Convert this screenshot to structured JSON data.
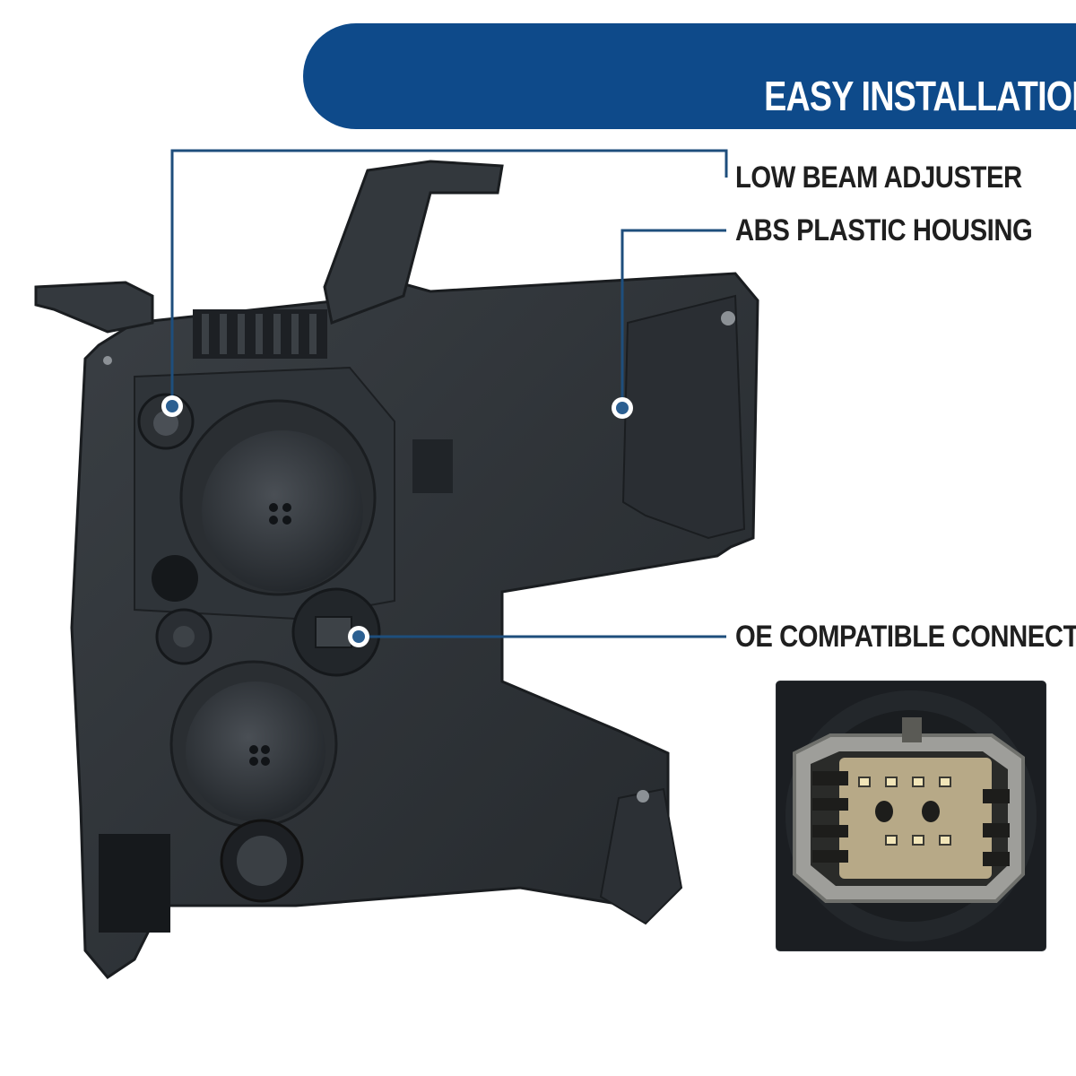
{
  "banner": {
    "title": "EASY INSTALLATION",
    "color": "#0e4a8a"
  },
  "callouts": {
    "low_beam": "LOW BEAM ADJUSTER",
    "abs_housing": "ABS PLASTIC HOUSING",
    "connector": "OE COMPATIBLE CONNECTOR"
  },
  "colors": {
    "leader_line": "#1e4e7c",
    "marker_dot": "#2b5f91",
    "housing": "#2b2f33"
  },
  "icons": [
    "headlight-housing-image",
    "connector-closeup-image",
    "marker-dot-icon"
  ]
}
